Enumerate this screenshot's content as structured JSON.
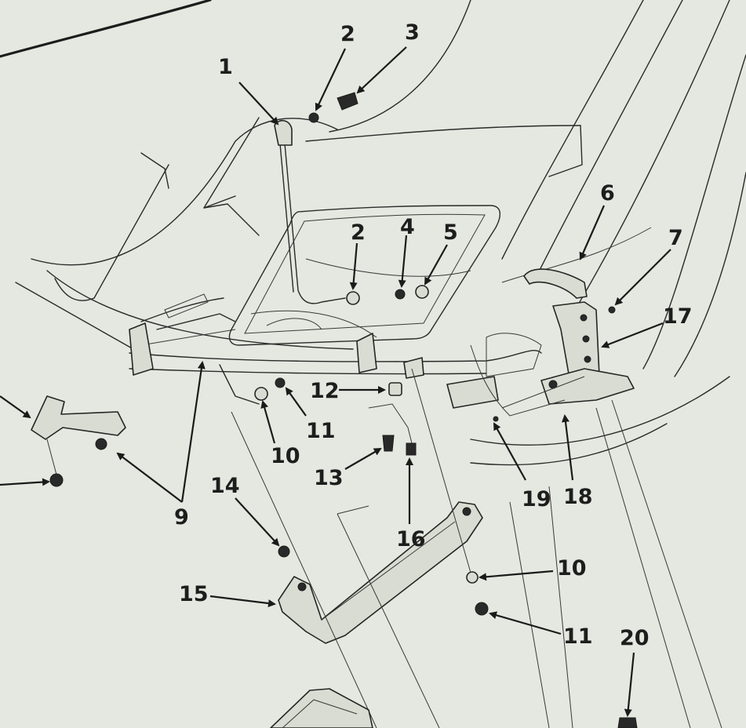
{
  "colors": {
    "paper": "#e4e8e0",
    "ink": "#1e1d1d"
  },
  "callouts": [
    {
      "id": "c1",
      "text": "1"
    },
    {
      "id": "c2a",
      "text": "2"
    },
    {
      "id": "c3",
      "text": "3"
    },
    {
      "id": "c2b",
      "text": "2"
    },
    {
      "id": "c4",
      "text": "4"
    },
    {
      "id": "c5",
      "text": "5"
    },
    {
      "id": "c6",
      "text": "6"
    },
    {
      "id": "c7",
      "text": "7"
    },
    {
      "id": "c17",
      "text": "17"
    },
    {
      "id": "c12",
      "text": "12"
    },
    {
      "id": "c11a",
      "text": "11"
    },
    {
      "id": "c10a",
      "text": "10"
    },
    {
      "id": "c13",
      "text": "13"
    },
    {
      "id": "c16",
      "text": "16"
    },
    {
      "id": "c19",
      "text": "19"
    },
    {
      "id": "c18",
      "text": "18"
    },
    {
      "id": "c9",
      "text": "9"
    },
    {
      "id": "c14",
      "text": "14"
    },
    {
      "id": "c15",
      "text": "15"
    },
    {
      "id": "c10b",
      "text": "10"
    },
    {
      "id": "c11b",
      "text": "11"
    },
    {
      "id": "c20",
      "text": "20"
    }
  ]
}
